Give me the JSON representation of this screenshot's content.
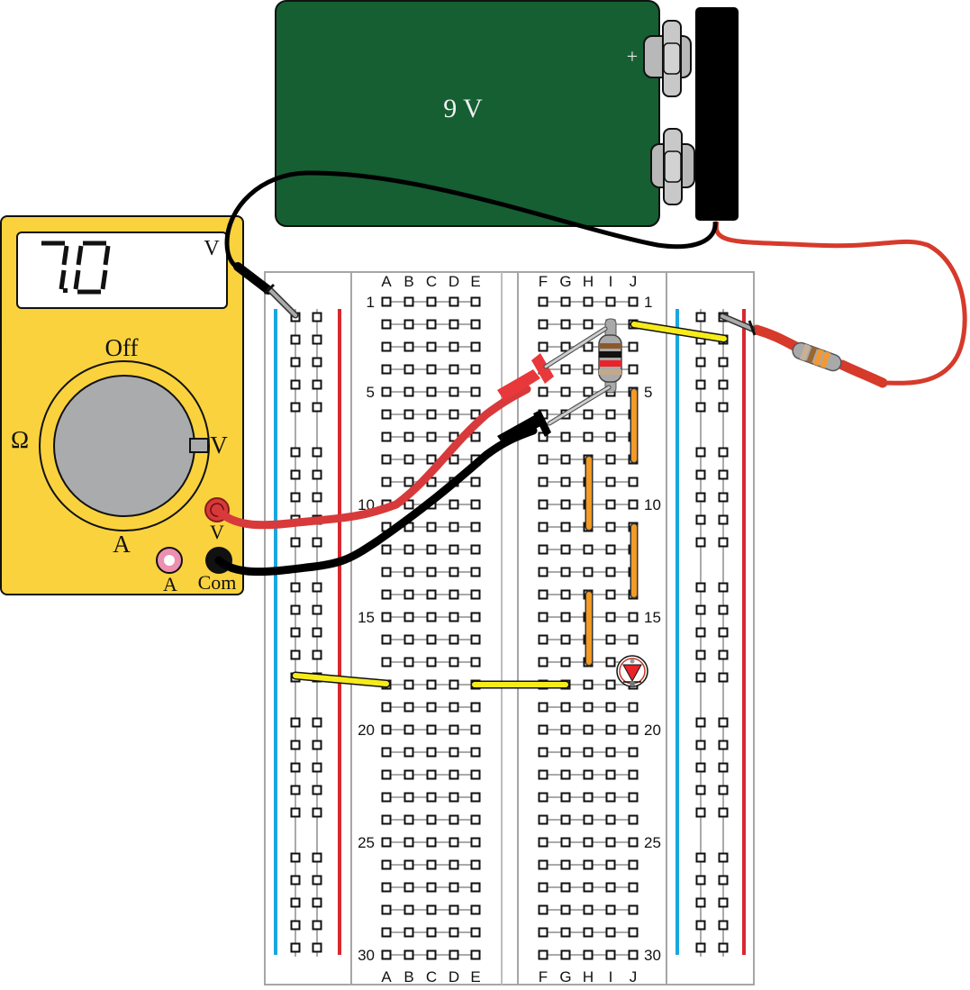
{
  "battery": {
    "label": "9 V",
    "plus_symbol": "+",
    "color": "#155f33"
  },
  "multimeter": {
    "display_value": "7.0",
    "display_unit": "V",
    "dial_labels": {
      "off": "Off",
      "ohm": "Ω",
      "volt": "V",
      "amp": "A"
    },
    "dial_position": "V",
    "jacks": [
      {
        "name": "V",
        "label": "V",
        "color": "#d8393a",
        "connected": true
      },
      {
        "name": "A",
        "label": "A",
        "color": "#ec8fb0",
        "connected": false
      },
      {
        "name": "Com",
        "label": "Com",
        "color": "#111111",
        "connected": true
      }
    ],
    "body_color": "#f9d23e"
  },
  "breadboard": {
    "columns_left": [
      "A",
      "B",
      "C",
      "D",
      "E"
    ],
    "columns_right": [
      "F",
      "G",
      "H",
      "I",
      "J"
    ],
    "row_count": 30,
    "row_labels": [
      "1",
      "5",
      "10",
      "15",
      "20",
      "25",
      "30"
    ],
    "rail_colors": {
      "negative": "#1aa7e0",
      "positive": "#d8282f"
    }
  },
  "components": {
    "resistor_on_board": {
      "location": "I2–I5",
      "bands": [
        "#8b5a2b",
        "#111111",
        "#e8232a",
        "#c4a888"
      ]
    },
    "resistor_on_lead": {
      "bands": [
        "#c7b199",
        "#9a6634",
        "#f29934",
        "#f29934"
      ]
    },
    "jumpers": [
      {
        "color": "yellow",
        "from": "J2",
        "to": "right rail +"
      },
      {
        "color": "yellow",
        "from": "left rail −",
        "to": "A18"
      },
      {
        "color": "yellow",
        "from": "E18",
        "to": "F18"
      },
      {
        "color": "orange",
        "from": "J5",
        "to": "J8"
      },
      {
        "color": "orange",
        "from": "H8",
        "to": "H11"
      },
      {
        "color": "orange",
        "from": "J11",
        "to": "J14"
      },
      {
        "color": "orange",
        "from": "H14",
        "to": "H17"
      }
    ],
    "led": {
      "location": "J17–J18",
      "color": "#e8232a"
    }
  }
}
